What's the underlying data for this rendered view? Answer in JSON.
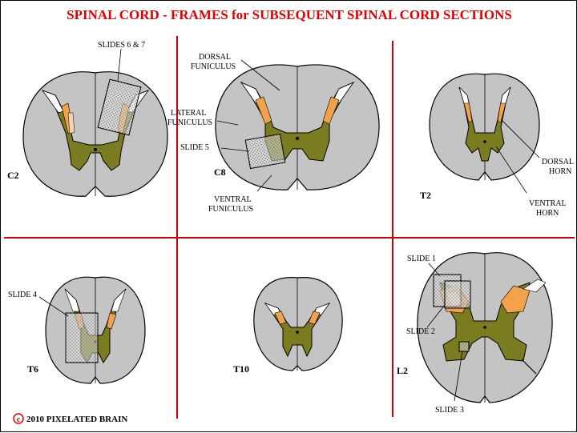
{
  "title": "SPINAL CORD - FRAMES for SUBSEQUENT SPINAL CORD SECTIONS",
  "levels": {
    "c2": "C2",
    "c8": "C8",
    "t2": "T2",
    "t6": "T6",
    "t10": "T10",
    "l2": "L2"
  },
  "labels": {
    "slides_6_7": "SLIDES 6 & 7",
    "dorsal_funiculus_1": "DORSAL",
    "dorsal_funiculus_2": "FUNICULUS",
    "lateral_funiculus_1": "LATERAL",
    "lateral_funiculus_2": "FUNICULUS",
    "slide_5": "SLIDE 5",
    "ventral_funiculus_1": "VENTRAL",
    "ventral_funiculus_2": "FUNICULUS",
    "dorsal_horn_1": "DORSAL",
    "dorsal_horn_2": "HORN",
    "ventral_horn_1": "VENTRAL",
    "ventral_horn_2": "HORN",
    "slide_4": "SLIDE 4",
    "slide_1": "SLIDE 1",
    "slide_2": "SLIDE 2",
    "slide_3": "SLIDE 3"
  },
  "copyright": {
    "symbol": "c",
    "text": "2010  PIXELATED BRAIN"
  },
  "colors": {
    "title": "#e00000",
    "grid_lines": "#cc0000",
    "white_matter": "#c4c4c4",
    "gray_matter": "#7b7b1f",
    "dorsal_horn_tip": "#f2a24a",
    "substantia_gelatinosa": "#f6d3b0",
    "frame_fill": "#e3e3e3"
  }
}
